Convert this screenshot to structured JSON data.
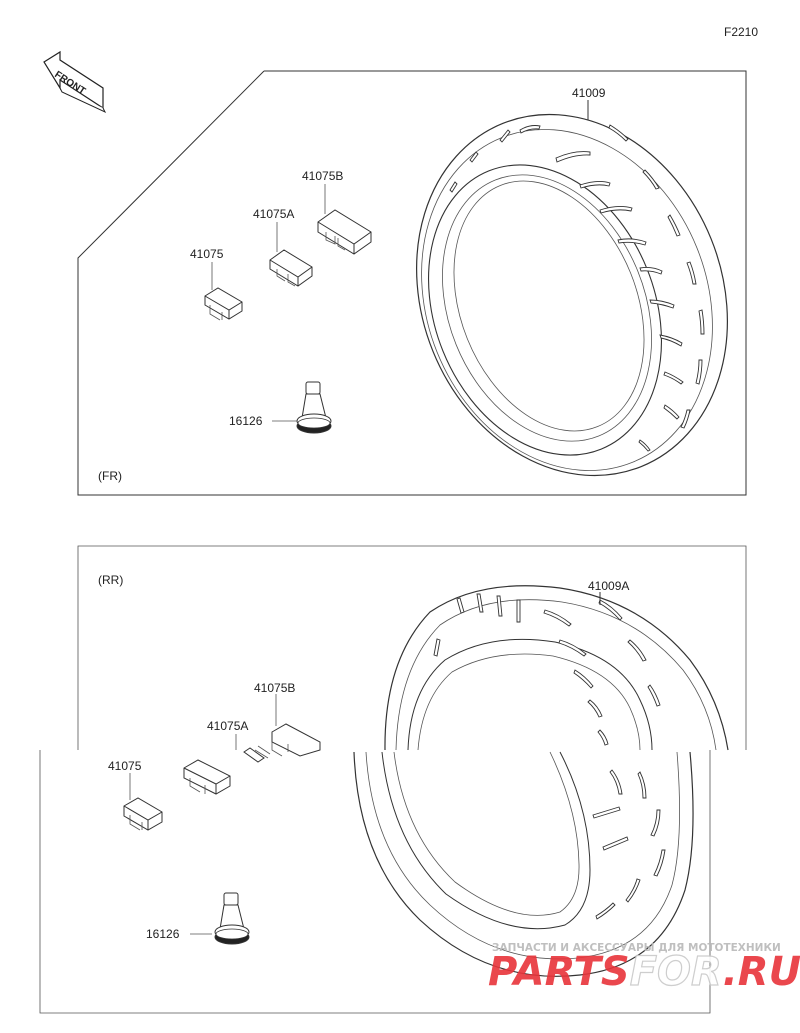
{
  "diagram": {
    "page_code": "F2210",
    "front_label": "FRONT",
    "sections": [
      {
        "id": "front",
        "label": "(FR)",
        "parts": {
          "tire": "41009",
          "weight": "41075",
          "weight_a": "41075A",
          "weight_b": "41075B",
          "valve": "16126"
        }
      },
      {
        "id": "rear",
        "label": "(RR)",
        "parts": {
          "tire": "41009A",
          "weight": "41075",
          "weight_a": "41075A",
          "weight_b": "41075B",
          "valve": "16126"
        }
      }
    ]
  },
  "watermark": {
    "tagline": "ЗАПЧАСТИ И АКСЕССУАРЫ ДЛЯ МОТОТЕХНИКИ",
    "brand_part1": "PARTS",
    "brand_part2": "FOR",
    "brand_part3": ".RU",
    "color": "#e8343a"
  }
}
